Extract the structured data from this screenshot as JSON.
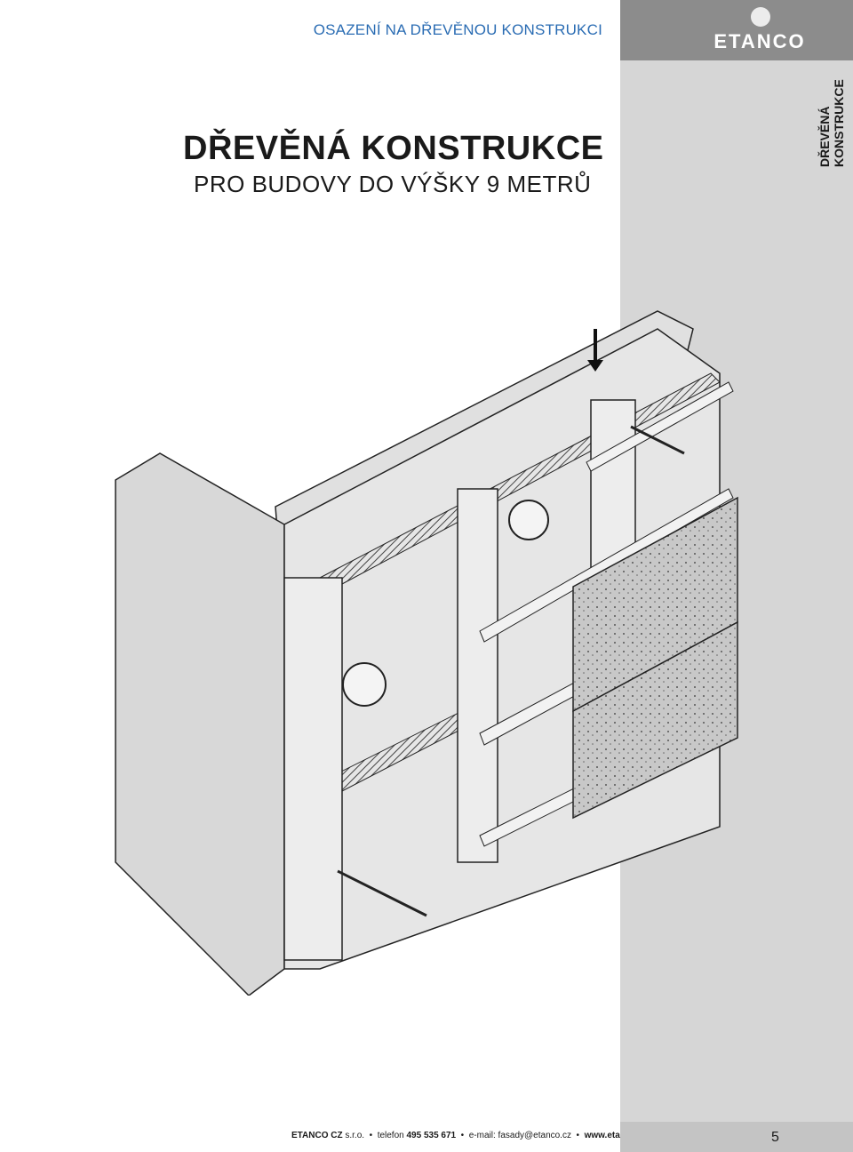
{
  "header": {
    "title": "OSAZENÍ NA DŘEVĚNOU KONSTRUKCI",
    "logo_text": "ETANCO",
    "side_label_line1": "DŘEVĚNÁ",
    "side_label_line2": "KONSTRUKCE"
  },
  "main": {
    "heading": "DŘEVĚNÁ KONSTRUKCE",
    "subheading": "PRO BUDOVY DO VÝŠKY 9 METRŮ"
  },
  "footer": {
    "company": "ETANCO CZ",
    "company_suffix": "s.r.o.",
    "phone_label": "telefon",
    "phone": "495 535 671",
    "email_label": "e-mail:",
    "email": "fasady@etanco.cz",
    "website": "www.etanco.cz",
    "page_number": "5"
  },
  "colors": {
    "accent_blue": "#2a6cb3",
    "side_panel": "#d6d6d6"
  }
}
